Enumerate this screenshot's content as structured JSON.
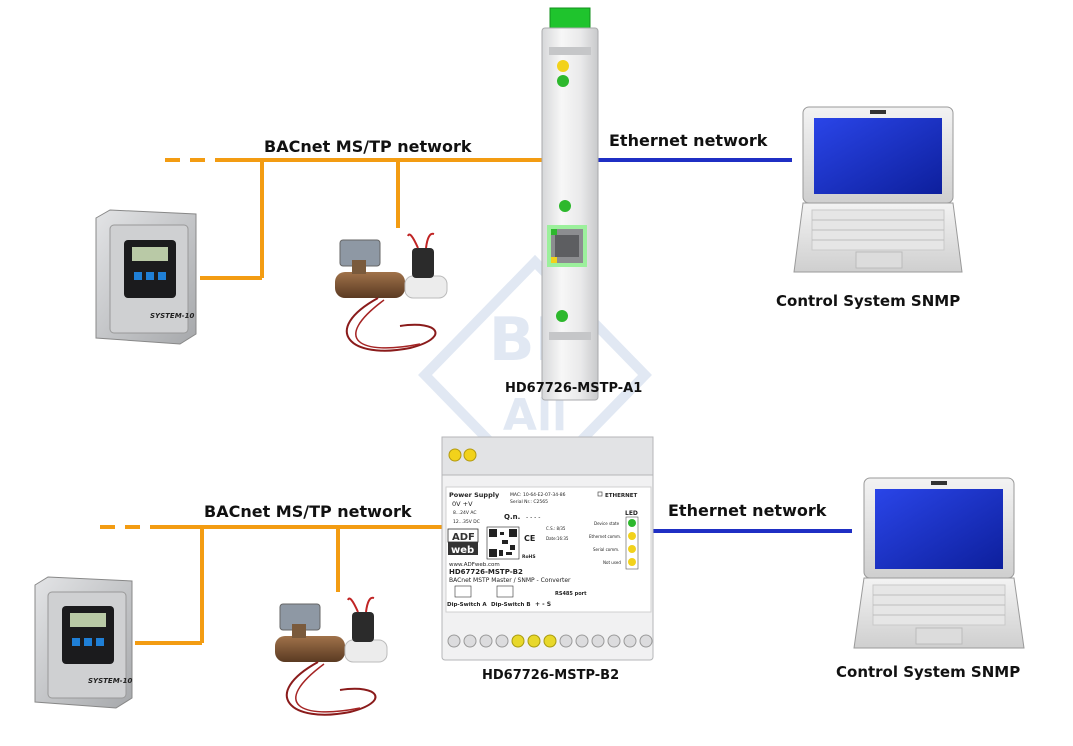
{
  "top": {
    "bus_label": "BACnet MS/TP network",
    "ethernet_label": "Ethernet network",
    "device_name": "HD67726-MSTP-A1",
    "pc_label": "Control System SNMP",
    "meter_brand": "SYSTEM-10"
  },
  "bottom": {
    "bus_label": "BACnet MS/TP network",
    "ethernet_label": "Ethernet network",
    "device_name": "HD67726-MSTP-B2",
    "pc_label": "Control System SNMP",
    "meter_brand": "SYSTEM-10",
    "panel": {
      "power_supply": "Power Supply",
      "polarity": "0V   +V",
      "ac": "8...24V AC",
      "dc": "12...35V DC",
      "mac": "MAC:  10-64-E2-07-34-86",
      "serial": "Serial Nr.: C2565",
      "qn": "Q.n.",
      "qn_blank": "- - - -",
      "ethernet": "ETHERNET",
      "led_header": "LED",
      "led_rows": [
        "Device state",
        "Ethernet comm.",
        "Serial comm.",
        "Not used"
      ],
      "logo_top": "ADF",
      "logo_bottom": "web",
      "website": "www.ADFweb.com",
      "model": "HD67726-MSTP-B2",
      "description": "BACnet MSTP Master / SNMP - Converter",
      "rs485": "RS485 port",
      "dip_a": "Dip-Switch A",
      "dip_b": "Dip-Switch B",
      "terminals": "+   -   S",
      "ce": "CE",
      "rohs": "RoHS",
      "cs": "C.S.: 8/35",
      "date": "Date:16:35"
    }
  },
  "colors": {
    "bacnet_line": "#f39c12",
    "ethernet_line": "#1f2fc4",
    "led_green": "#2db82d",
    "led_yellow": "#f2d21b",
    "screen_blue": "#1e3bd6",
    "watermark": "#c9d6ea"
  },
  "icons": {
    "meter": "flow-meter-transmitter-icon",
    "valve": "flow-sensor-valve-icon",
    "laptop": "laptop-icon"
  }
}
